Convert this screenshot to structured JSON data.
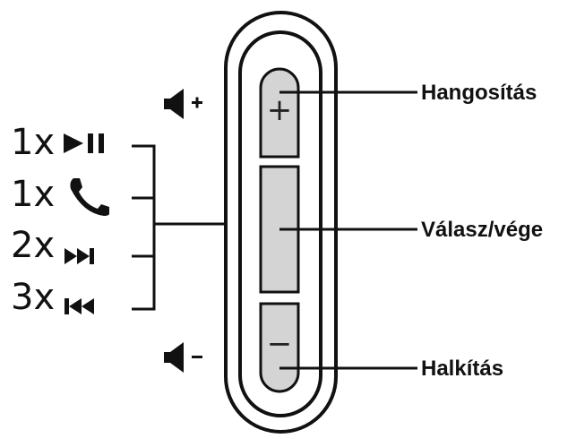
{
  "remote": {
    "volume_up_button": {
      "sign": "+"
    },
    "volume_down_button": {
      "sign": "−"
    },
    "center_button": {}
  },
  "functions": [
    {
      "count": "1x",
      "icon": "play-pause-icon"
    },
    {
      "count": "1x",
      "icon": "phone-icon"
    },
    {
      "count": "2x",
      "icon": "next-track-icon"
    },
    {
      "count": "3x",
      "icon": "previous-track-icon"
    }
  ],
  "callouts": {
    "volume_up": "Hangosítás",
    "answer_end": "Válasz/vége",
    "volume_down": "Halkítás"
  },
  "icons": {
    "volume_up": "speaker-plus-icon",
    "volume_down": "speaker-minus-icon"
  },
  "colors": {
    "button_fill": "#d4d4d4",
    "line": "#111111",
    "outline": "#111111"
  }
}
